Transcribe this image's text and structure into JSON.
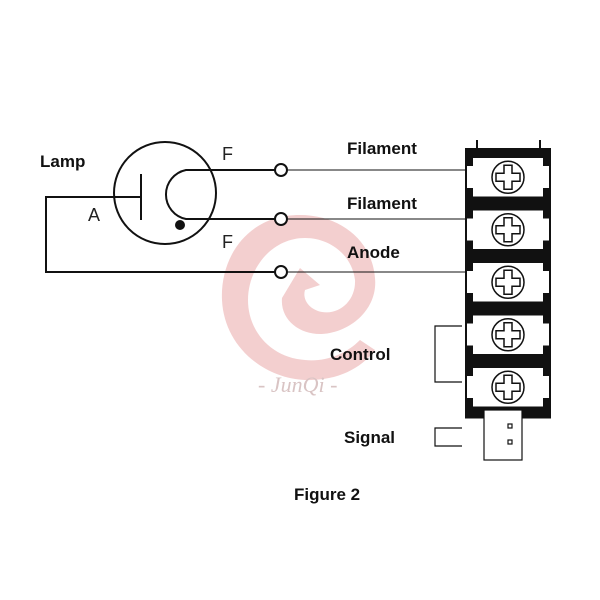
{
  "figure": {
    "caption": "Figure 2",
    "lamp": {
      "label": "Lamp",
      "anode_label": "A",
      "filament_top_label": "F",
      "filament_bottom_label": "F"
    },
    "terminals": [
      {
        "label": "Filament"
      },
      {
        "label": "Filament"
      },
      {
        "label": "Anode"
      },
      {
        "label": "Control"
      },
      {
        "label": "Signal"
      }
    ],
    "terminal_block_screws": 5,
    "watermark": {
      "text": "- JunQi -",
      "color": "#e8b8b8"
    },
    "colors": {
      "line": "#111111",
      "watermark": "#f2c9c9"
    }
  }
}
